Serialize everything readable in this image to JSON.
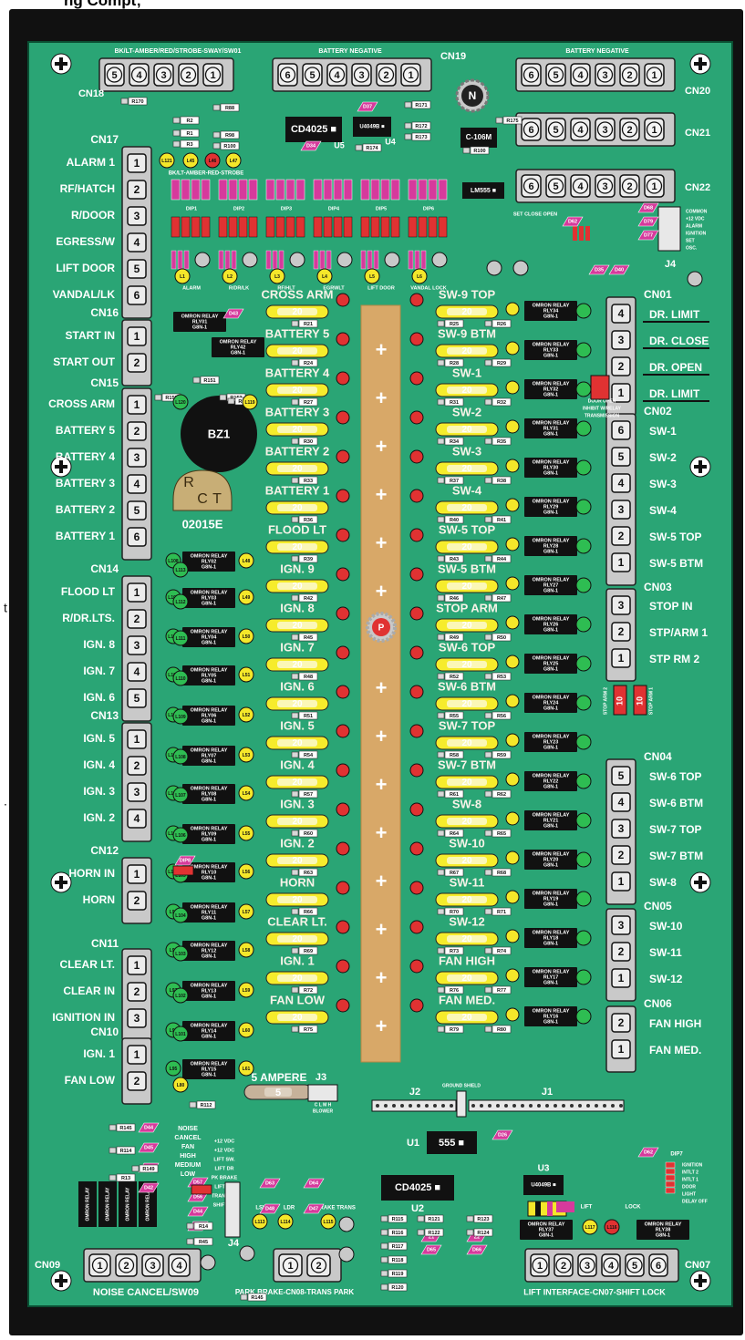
{
  "cropped_heading": "ng Compt;",
  "board_code": "02015E",
  "logo_letters": [
    "R",
    "C",
    "T"
  ],
  "buzzer": "BZ1",
  "compass": "N",
  "center_marker": "P",
  "connectors_left": [
    {
      "id": "CN17",
      "pins": [
        "1",
        "2",
        "3",
        "4",
        "5",
        "6"
      ],
      "labels": [
        "ALARM 1",
        "RF/HATCH",
        "R/DOOR",
        "EGRESS/W",
        "LIFT DOOR",
        "VANDAL/LK"
      ]
    },
    {
      "id": "CN16",
      "pins": [
        "1",
        "2"
      ],
      "labels": [
        "START IN",
        "START OUT"
      ]
    },
    {
      "id": "CN15",
      "pins": [
        "1",
        "2",
        "3",
        "4",
        "5",
        "6"
      ],
      "labels": [
        "CROSS ARM",
        "BATTERY 5",
        "BATTERY 4",
        "BATTERY 3",
        "BATTERY 2",
        "BATTERY 1"
      ]
    },
    {
      "id": "CN14",
      "pins": [
        "1",
        "2",
        "3",
        "4",
        "5"
      ],
      "labels": [
        "FLOOD LT",
        "R/DR.LTS.",
        "IGN. 8",
        "IGN. 7",
        "IGN. 6"
      ]
    },
    {
      "id": "CN13",
      "pins": [
        "1",
        "2",
        "3",
        "4"
      ],
      "labels": [
        "IGN. 5",
        "IGN. 4",
        "IGN. 3",
        "IGN. 2"
      ]
    },
    {
      "id": "CN12",
      "pins": [
        "1",
        "2"
      ],
      "labels": [
        "HORN IN",
        "HORN"
      ]
    },
    {
      "id": "CN11",
      "pins": [
        "1",
        "2",
        "3"
      ],
      "labels": [
        "CLEAR LT.",
        "CLEAR IN",
        "IGNITION IN"
      ]
    },
    {
      "id": "CN10",
      "pins": [
        "1",
        "2"
      ],
      "labels": [
        "IGN. 1",
        "FAN LOW"
      ]
    }
  ],
  "connectors_right": [
    {
      "id": "CN01",
      "pins": [
        "4",
        "3",
        "2",
        "1"
      ],
      "labels": [
        "DR. LIMIT",
        "DR. CLOSE",
        "DR. OPEN",
        "DR. LIMIT"
      ]
    },
    {
      "id": "CN02",
      "pins": [
        "6",
        "5",
        "4",
        "3",
        "2",
        "1"
      ],
      "labels": [
        "SW-1",
        "SW-2",
        "SW-3",
        "SW-4",
        "SW-5 TOP",
        "SW-5 BTM"
      ]
    },
    {
      "id": "CN03",
      "pins": [
        "3",
        "2",
        "1"
      ],
      "labels": [
        "STOP IN",
        "STP/ARM 1",
        "STP RM 2"
      ]
    },
    {
      "id": "CN04",
      "pins": [
        "5",
        "4",
        "3",
        "2",
        "1"
      ],
      "labels": [
        "SW-6 TOP",
        "SW-6 BTM",
        "SW-7 TOP",
        "SW-7 BTM",
        "SW-8"
      ]
    },
    {
      "id": "CN05",
      "pins": [
        "3",
        "2",
        "1"
      ],
      "labels": [
        "SW-10",
        "SW-11",
        "SW-12"
      ]
    },
    {
      "id": "CN06",
      "pins": [
        "2",
        "1"
      ],
      "labels": [
        "FAN HIGH",
        "FAN MED."
      ]
    }
  ],
  "connectors_top": [
    {
      "id": "CN18",
      "title": "BK/LT-AMBER/RED/STROBE-SWAY/SW01",
      "pins": [
        "5",
        "4",
        "3",
        "2",
        "1"
      ]
    },
    {
      "id": "CN19",
      "title": "BATTERY NEGATIVE",
      "pins": [
        "6",
        "5",
        "4",
        "3",
        "2",
        "1"
      ]
    },
    {
      "id": "CN20",
      "title": "BATTERY NEGATIVE",
      "pins": [
        "6",
        "5",
        "4",
        "3",
        "2",
        "1"
      ]
    },
    {
      "id": "CN21",
      "title": "",
      "pins": [
        "6",
        "5",
        "4",
        "3",
        "2",
        "1"
      ]
    },
    {
      "id": "CN22",
      "title": "",
      "pins": [
        "6",
        "5",
        "4",
        "3",
        "2",
        "1"
      ]
    }
  ],
  "connectors_bottom": [
    {
      "id": "CN09",
      "title": "NOISE CANCEL/SW09",
      "pins": [
        "1",
        "2",
        "3",
        "4"
      ]
    },
    {
      "id": "CN08",
      "title": "PARK BRAKE-CN08-TRANS PARK",
      "pins": [
        "1",
        "2"
      ]
    },
    {
      "id": "CN07",
      "title": "LIFT INTERFACE-CN07-SHIFT LOCK",
      "pins": [
        "1",
        "2",
        "3",
        "4",
        "5",
        "6"
      ]
    }
  ],
  "fuses_left": [
    "CROSS ARM",
    "BATTERY 5",
    "BATTERY 4",
    "BATTERY 3",
    "BATTERY 2",
    "BATTERY 1",
    "FLOOD LT",
    "IGN. 9",
    "IGN. 8",
    "IGN. 7",
    "IGN. 6",
    "IGN. 5",
    "IGN. 4",
    "IGN. 3",
    "IGN. 2",
    "HORN",
    "CLEAR LT.",
    "IGN. 1",
    "FAN LOW"
  ],
  "fuses_right": [
    "SW-9 TOP",
    "SW-9 BTM",
    "SW-1",
    "SW-2",
    "SW-3",
    "SW-4",
    "SW-5 TOP",
    "SW-5 BTM",
    "STOP ARM",
    "SW-6 TOP",
    "SW-6 BTM",
    "SW-7 TOP",
    "SW-7 BTM",
    "SW-8",
    "SW-10",
    "SW-11",
    "SW-12",
    "FAN HIGH",
    "FAN MED."
  ],
  "fuse_rating": "20",
  "small_fuses": [
    "10",
    "10"
  ],
  "small_fuse_labels": [
    "STOP ARM 2",
    "STOP ARM 1"
  ],
  "relay_text": [
    "OMRON RELAY",
    "G8N-1"
  ],
  "relays_left": [
    "RLY01",
    "RLY42",
    "RLY02",
    "RLY03",
    "RLY04",
    "RLY05",
    "RLY06",
    "RLY07",
    "RLY08",
    "RLY09",
    "RLY10",
    "RLY11",
    "RLY12",
    "RLY13",
    "RLY14",
    "RLY15"
  ],
  "relays_right": [
    "RLY34",
    "RLY33",
    "RLY32",
    "RLY31",
    "RLY30",
    "RLY29",
    "RLY28",
    "RLY27",
    "RLY26",
    "RLY25",
    "RLY24",
    "RLY23",
    "RLY22",
    "RLY21",
    "RLY20",
    "RLY19",
    "RLY18",
    "RLY17",
    "RLY16"
  ],
  "chips": {
    "u5": "CD4025",
    "u2": "CD4025",
    "u1": "555",
    "u5_label": "U5",
    "u2_label": "U2",
    "u1_label": "U1",
    "u3_label": "U3",
    "u4_label": "U4"
  },
  "fuse_5a": {
    "label": "5 AMPERE",
    "value": "5",
    "conn": "J3",
    "pins": "C L M H",
    "sub": "BLOWER"
  },
  "headers": {
    "j1": "J1",
    "j2": "J2",
    "j4": "J4",
    "j4b": "J4",
    "ground": "GROUND SHIELD"
  },
  "j4_list": [
    "COMMON",
    "+12 VDC",
    "ALARM",
    "IGNITION",
    "SET",
    "OSC."
  ],
  "j4b_list": [
    "+12 VDC",
    "+12 VDC",
    "LIFT SW.",
    "LIFT DR",
    "PK BRAKE",
    "LIFT ON",
    "TRANS/PK",
    "SHIFT LK"
  ],
  "noise_list": [
    "NOISE",
    "CANCEL",
    "FAN",
    "HIGH",
    "MEDIUM",
    "LOW"
  ],
  "dip7_list": [
    "IGNITION",
    "INTLT 2",
    "INTLT 1",
    "DOOR",
    "LIGHT",
    "DELAY OFF"
  ],
  "dip_labels": [
    "DIP1",
    "DIP2",
    "DIP3",
    "DIP4",
    "DIP5",
    "DIP6",
    "DIP7"
  ],
  "door_text": [
    "DOOR OPEN",
    "INHIBIT W/RELAY",
    "TRANSMISSION"
  ],
  "misc": {
    "lift": "LIFT",
    "lock": "LOCK",
    "brake_trans": "BRAKE TRANS",
    "lsw": "LSW",
    "ldr": "LDR",
    "bk_lt": "BK/LT-AMBER-RED-STROBE",
    "set_close_open": "SET CLOSE OPEN",
    "alarm_labels": [
      "ALARM",
      "R/DR/LK",
      "RF/HLT",
      "EGRWLT",
      "LIFT DOOR",
      "VANDAL LOCK"
    ]
  }
}
